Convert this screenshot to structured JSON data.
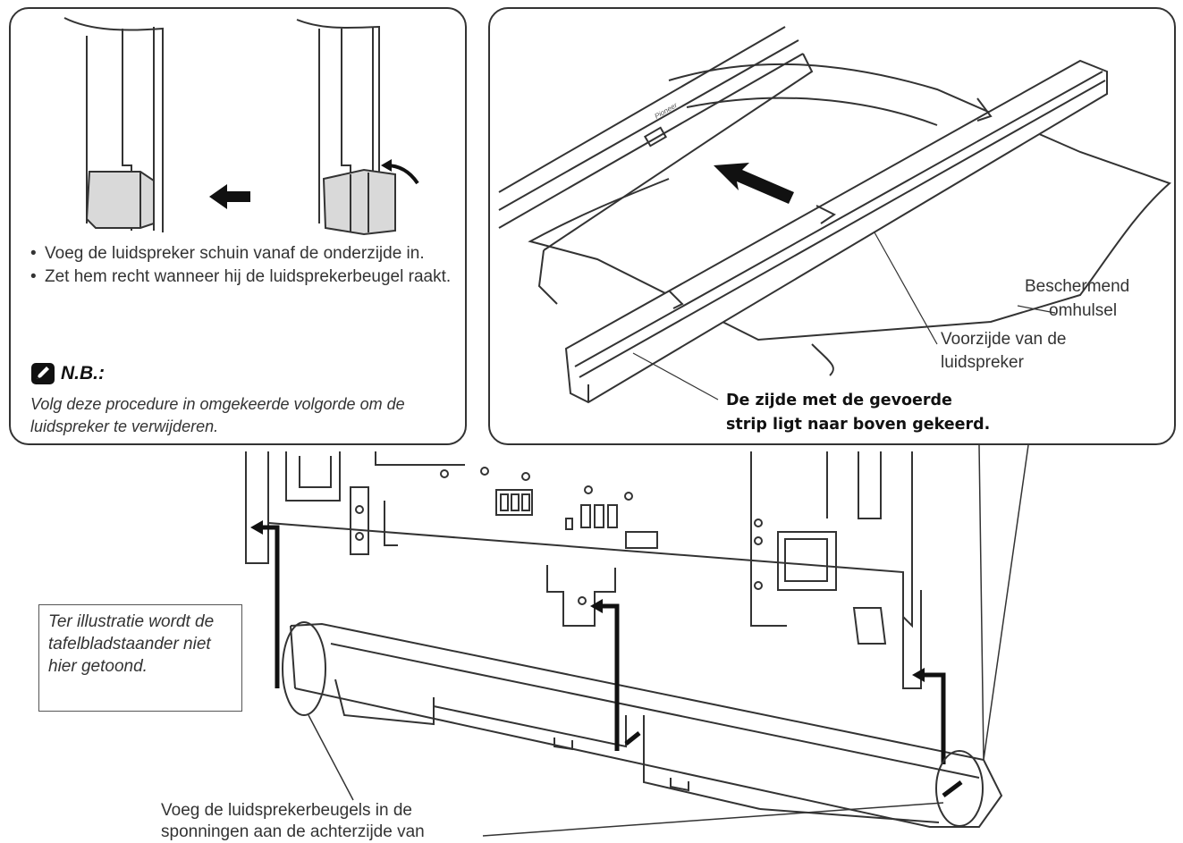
{
  "left_panel": {
    "bullets": [
      "Voeg de luidspreker schuin vanaf de onderzijde in.",
      "Zet hem recht wanneer hij de luidsprekerbeugel raakt."
    ],
    "note_title": "N.B.:",
    "note_text": "Volg deze procedure in omgekeerde volgorde om de luidspreker te verwijderen.",
    "icon": "pencil-note-icon"
  },
  "right_panel": {
    "label_cover_1": "Beschermend",
    "label_cover_2": "omhulsel",
    "label_front_1": "Voorzijde van de",
    "label_front_2": "luidspreker",
    "label_strip_1": "De zijde met de gevoerde",
    "label_strip_2": "strip ligt naar boven gekeerd."
  },
  "main": {
    "illustration_note": "Ter illustratie wordt de tafelbladstaander niet hier getoond.",
    "caption_1": "Voeg de luidsprekerbeugels in de",
    "caption_2": "sponningen aan de achterzijde van"
  }
}
